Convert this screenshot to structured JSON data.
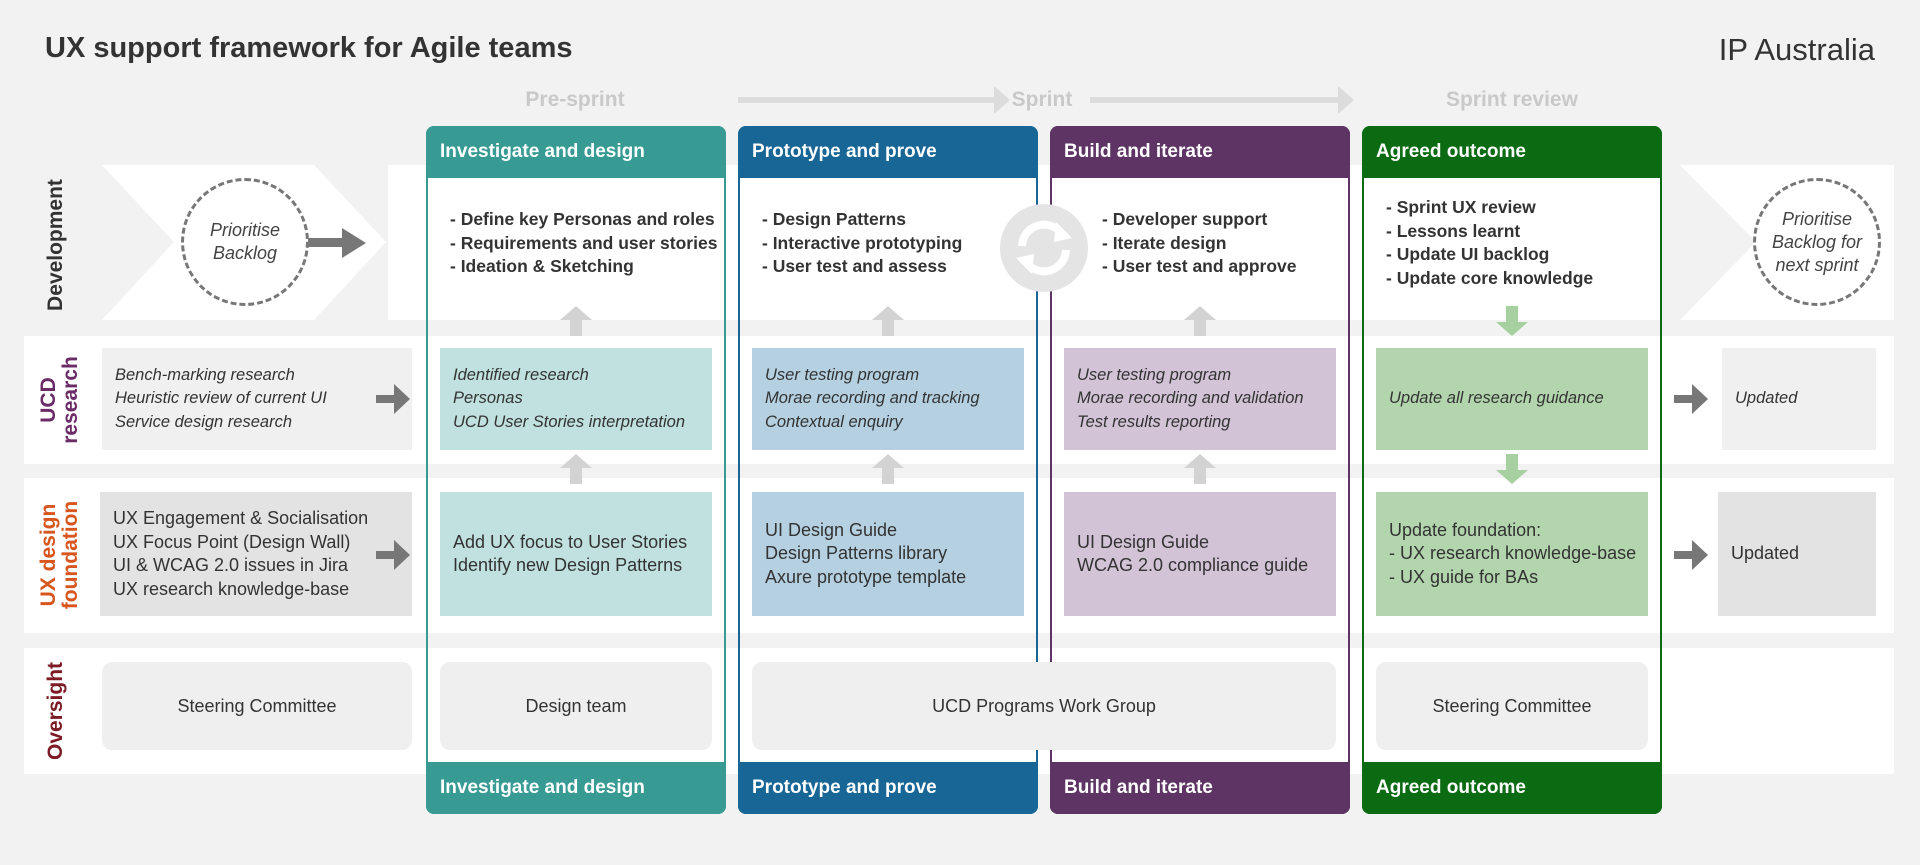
{
  "title": "UX support framework for Agile teams",
  "organisation": "IP Australia",
  "phases": {
    "pre_sprint": "Pre-sprint",
    "sprint": "Sprint",
    "sprint_review": "Sprint review"
  },
  "rows": {
    "development": "Development",
    "ucd_research": "UCD\nresearch",
    "ux_foundation": "UX design\nfoundation",
    "oversight": "Oversight"
  },
  "colors": {
    "investigate": "#379b94",
    "prototype": "#176696",
    "build": "#5e3465",
    "agreed": "#0a6b12",
    "ucd_label": "#6a2b67",
    "ux_label": "#d8561e",
    "oversight_label": "#7d1b24"
  },
  "development": {
    "left_circle": "Prioritise\nBacklog",
    "right_circle": "Prioritise\nBacklog for\nnext sprint",
    "investigate": "- Define key Personas and roles\n- Requirements and user stories\n- Ideation & Sketching",
    "prototype": "- Design Patterns\n- Interactive prototyping\n- User test and assess",
    "build": "- Developer support\n- Iterate design\n- User test and approve",
    "agreed": "- Sprint UX review\n- Lessons learnt\n- Update UI backlog\n- Update core knowledge",
    "cycle_icon": "refresh-icon"
  },
  "research": {
    "pre": "Bench-marking research\nHeuristic review of current UI\nService design research",
    "investigate": "Identified research\nPersonas\nUCD User Stories interpretation",
    "prototype": "User testing program\nMorae recording and tracking\nContextual enquiry",
    "build": "User testing program\nMorae recording and validation\nTest results reporting",
    "agreed": "Update all research guidance",
    "after": "Updated"
  },
  "foundation": {
    "pre": "UX Engagement & Socialisation\nUX Focus Point (Design Wall)\nUI & WCAG 2.0 issues in Jira\nUX research knowledge-base",
    "investigate": "Add UX focus to User Stories\nIdentify new Design Patterns",
    "prototype": "UI Design Guide\nDesign Patterns library\nAxure prototype template",
    "build": "UI Design Guide\nWCAG 2.0 compliance guide",
    "agreed": "Update foundation:\n- UX research knowledge-base\n- UX guide for BAs",
    "after": "Updated"
  },
  "oversight": {
    "pre": "Steering Committee",
    "investigate": "Design team",
    "sprint": "UCD Programs Work Group",
    "agreed": "Steering Committee"
  },
  "columns": {
    "investigate": "Investigate and design",
    "prototype": "Prototype and prove",
    "build": "Build and iterate",
    "agreed": "Agreed outcome"
  }
}
